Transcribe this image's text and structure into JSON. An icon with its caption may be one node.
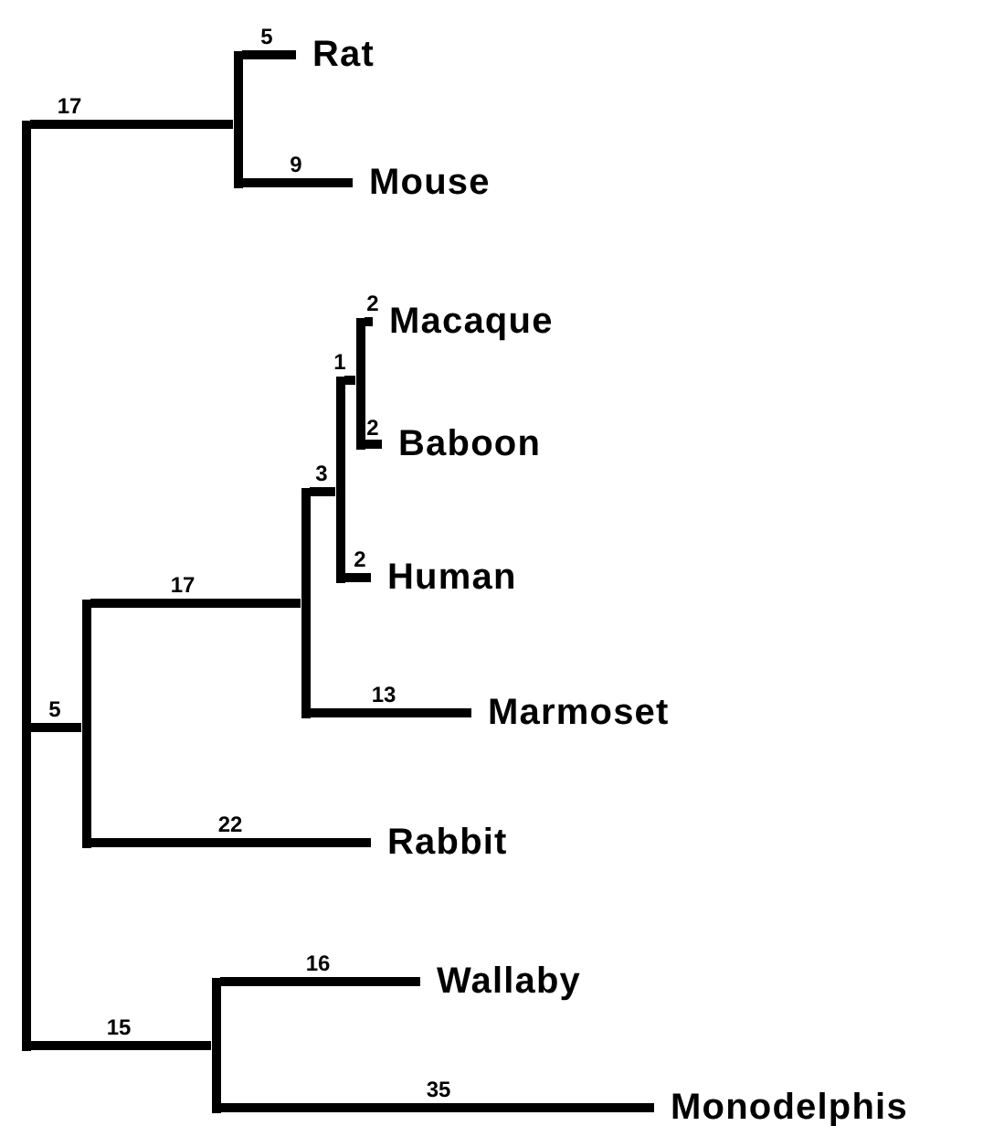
{
  "diagram": {
    "nodes": [
      {
        "text": [],
        "shape": "bar"
      },
      {
        "text": [],
        "shape": "bar"
      },
      {
        "text": [
          "Rat"
        ]
      },
      {
        "text": [
          "Mouse"
        ]
      },
      {
        "text": [],
        "shape": "bar"
      },
      {
        "text": [],
        "shape": "bar"
      },
      {
        "text": [],
        "shape": "bar"
      },
      {
        "text": [],
        "shape": "bar"
      },
      {
        "text": [
          "Macaque"
        ]
      },
      {
        "text": [
          "Baboon"
        ]
      },
      {
        "text": [
          "Human"
        ]
      },
      {
        "text": [
          "Marmoset"
        ]
      },
      {
        "text": [
          "Rabbit"
        ]
      },
      {
        "text": [],
        "shape": "bar"
      },
      {
        "text": [
          "Wallaby"
        ]
      },
      {
        "text": [
          "Monodelphis"
        ]
      }
    ],
    "edges": [
      {
        "from": 0,
        "to": 1,
        "arrow": "none",
        "label": "17"
      },
      {
        "from": 1,
        "to": 2,
        "arrow": "none",
        "label": "5"
      },
      {
        "from": 1,
        "to": 3,
        "arrow": "none",
        "label": "9"
      },
      {
        "from": 0,
        "to": 4,
        "arrow": "none",
        "label": "5"
      },
      {
        "from": 4,
        "to": 5,
        "arrow": "none",
        "label": "17"
      },
      {
        "from": 5,
        "to": 6,
        "arrow": "none",
        "label": "3"
      },
      {
        "from": 6,
        "to": 7,
        "arrow": "none",
        "label": "1"
      },
      {
        "from": 7,
        "to": 8,
        "arrow": "none",
        "label": "2"
      },
      {
        "from": 7,
        "to": 9,
        "arrow": "none",
        "label": "2"
      },
      {
        "from": 6,
        "to": 10,
        "arrow": "none",
        "label": "2"
      },
      {
        "from": 5,
        "to": 11,
        "arrow": "none",
        "label": "13"
      },
      {
        "from": 4,
        "to": 12,
        "arrow": "none",
        "label": "22"
      },
      {
        "from": 0,
        "to": 13,
        "arrow": "none",
        "label": "15"
      },
      {
        "from": 13,
        "to": 14,
        "arrow": "none",
        "label": "16"
      },
      {
        "from": 13,
        "to": 15,
        "arrow": "none",
        "label": "35"
      }
    ]
  }
}
